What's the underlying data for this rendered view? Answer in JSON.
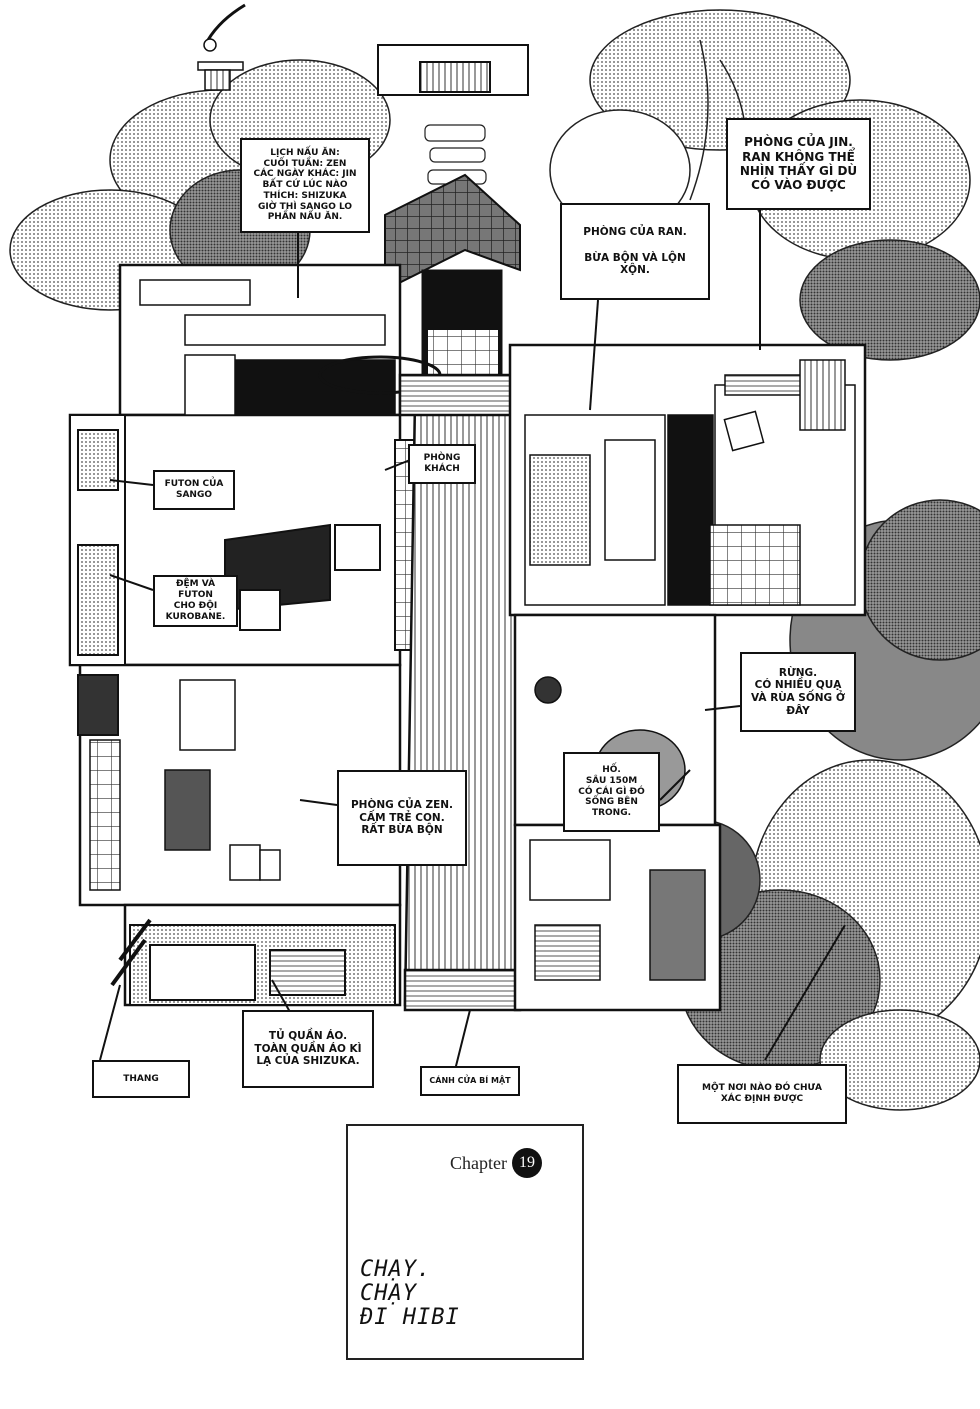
{
  "page": {
    "type": "manga-page",
    "description": "Cutaway floor plan of a Japanese house with labeled rooms"
  },
  "labels": {
    "cooking_schedule": "LỊCH NẤU ĂN:\nCUỐI TUẦN: ZEN\nCÁC NGÀY KHÁC: JIN\nBẤT CỨ LÚC NÀO\nTHÍCH: SHIZUKA\nGIỜ THÌ SANGO LO\nPHẦN NẤU ĂN.",
    "jin_room": "PHÒNG CỦA JIN.\nRAN KHÔNG THỂ\nNHÌN THẤY GÌ DÙ\nCÓ VÀO ĐƯỢC",
    "ran_room": "PHÒNG CỦA RAN.\n\nBỪA BỘN VÀ LỘN\nXỘN.",
    "living_room": "PHÒNG\nKHÁCH",
    "sango_futon": "FUTON CỦA\nSANGO",
    "kurobane_futon": "ĐỆM VÀ FUTON\nCHO ĐỘI\nKUROBANE.",
    "forest": "RỪNG.\nCÓ NHIỀU QUẠ\nVÀ RÙA SỐNG Ở\nĐÂY",
    "hole": "HỐ.\nSÂU 150M\nCÓ CÁI GÌ ĐÓ\nSỐNG BÊN\nTRONG.",
    "zen_room": "PHÒNG CỦA ZEN.\nCẤM TRẺ CON.\nRẤT BỪA BỘN",
    "ladder": "THANG",
    "wardrobe": "TỦ QUẦN ÁO.\nTOÀN QUẦN ÁO KÌ\nLẠ CỦA SHIZUKA.",
    "secret_door": "CÁNH CỬA BÍ MẬT",
    "unknown_place": "MỘT NƠI NÀO ĐÓ CHƯA\nXÁC ĐỊNH ĐƯỢC"
  },
  "chapter": {
    "label": "Chapter",
    "number": "19",
    "title": "CHẠY.\nCHẠY\nĐI HIBI"
  },
  "colors": {
    "ink": "#111111",
    "paper": "#ffffff",
    "screentone": "#bdbdbd",
    "dark_tone": "#555555"
  }
}
